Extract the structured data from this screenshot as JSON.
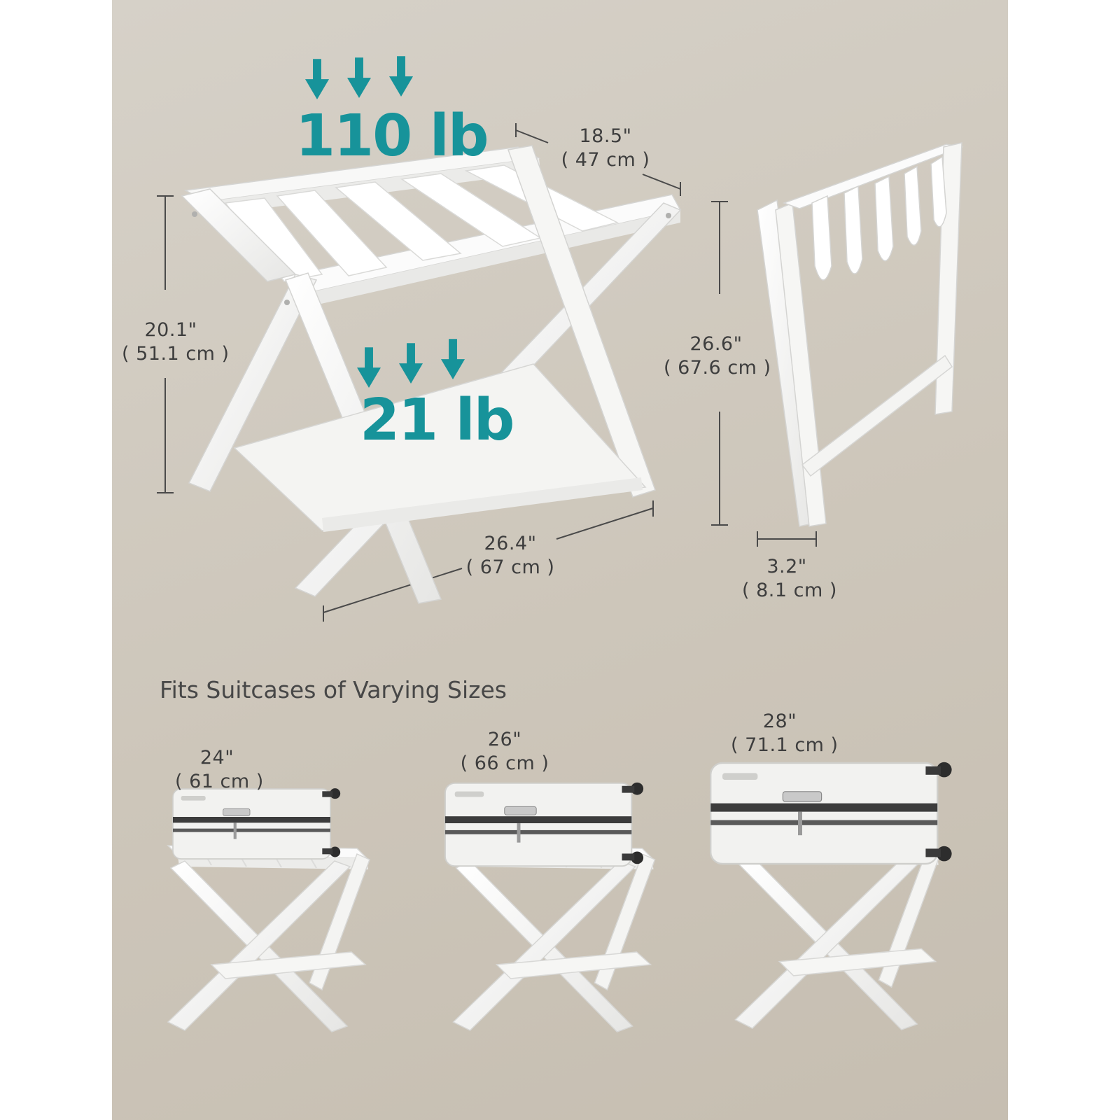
{
  "load_top": "110 lb",
  "load_shelf": "21 lb",
  "dims": {
    "depth": {
      "in": "18.5\"",
      "cm": "( 47 cm )"
    },
    "height": {
      "in": "20.1\"",
      "cm": "( 51.1 cm )"
    },
    "width": {
      "in": "26.4\"",
      "cm": "( 67 cm )"
    },
    "folded_height": {
      "in": "26.6\"",
      "cm": "( 67.6 cm )"
    },
    "folded_depth": {
      "in": "3.2\"",
      "cm": "( 8.1 cm )"
    }
  },
  "heading": "Fits Suitcases of Varying Sizes",
  "suitcases": [
    {
      "in": "24\"",
      "cm": "( 61 cm )"
    },
    {
      "in": "26\"",
      "cm": "( 66 cm )"
    },
    {
      "in": "28\"",
      "cm": "( 71.1 cm )"
    }
  ],
  "colors": {
    "accent": "#17939a",
    "background": "#cec8bd",
    "rack": "#fbfbfb",
    "text": "#3e3e3e"
  }
}
